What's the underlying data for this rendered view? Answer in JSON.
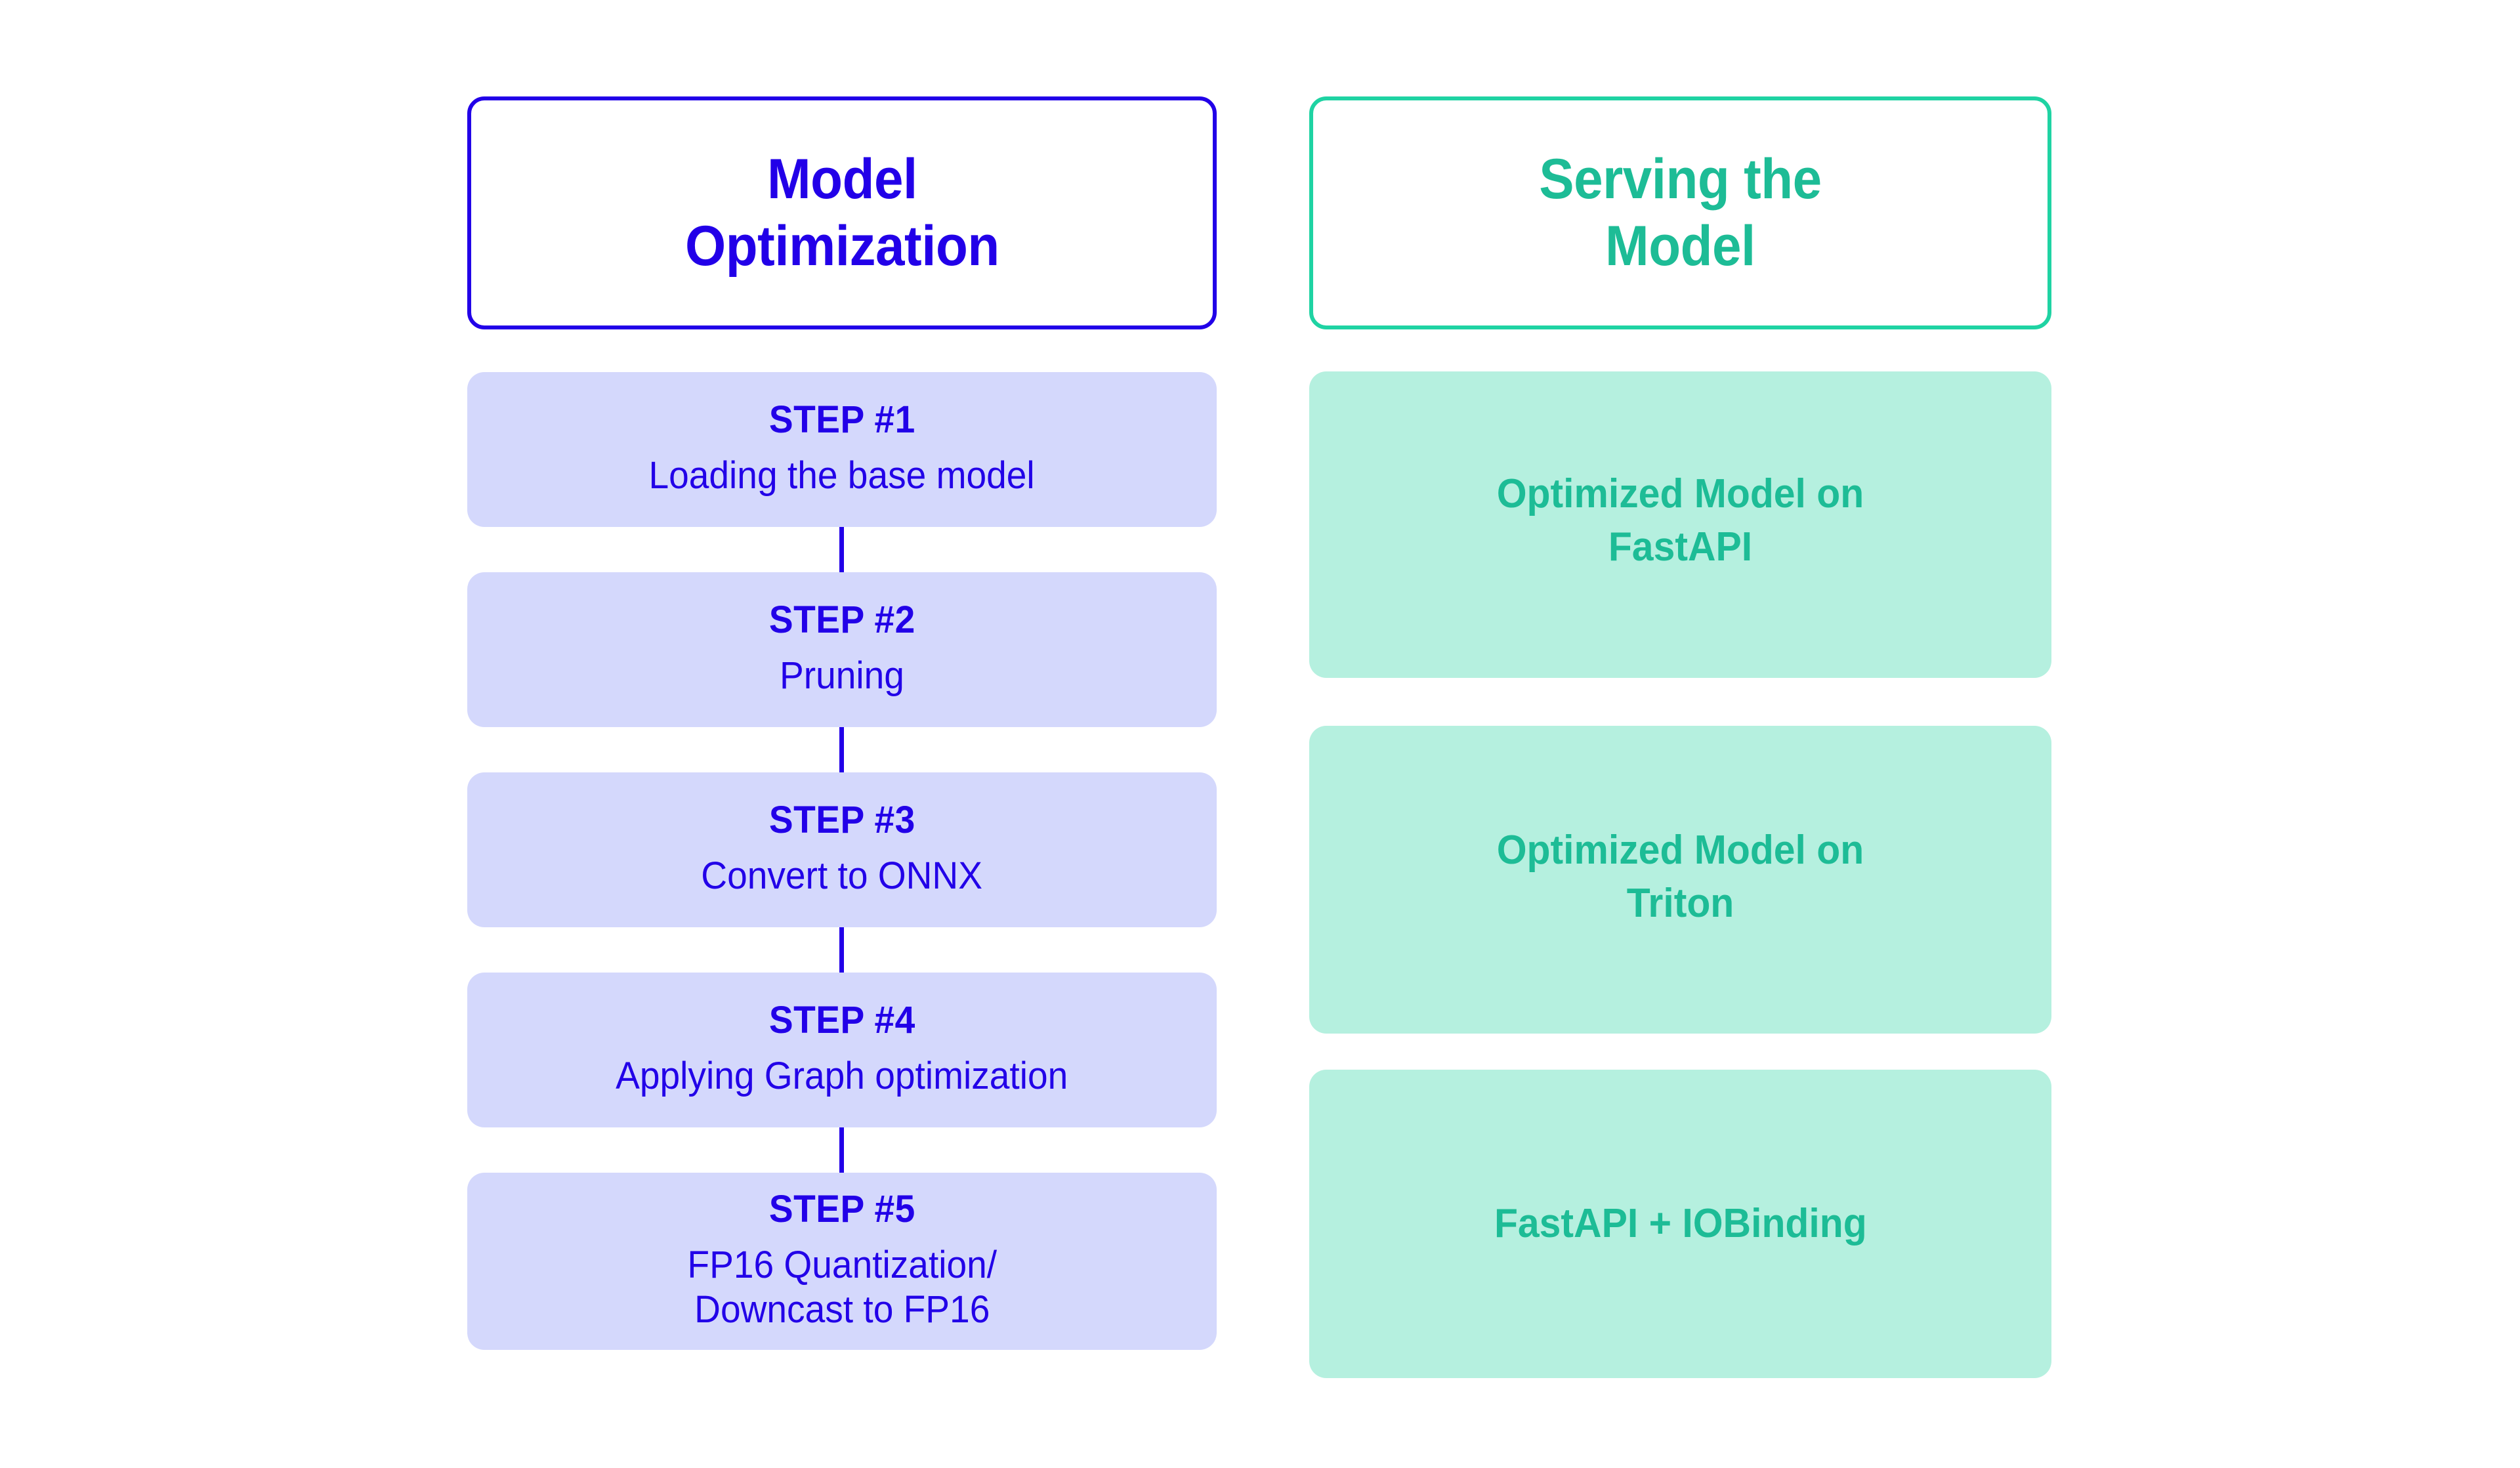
{
  "diagram": {
    "columns": [
      {
        "id": "optimization",
        "header": "Model\nOptimization",
        "accent_color": "#2200e8",
        "card_fill": "#d4d8fc",
        "steps": [
          {
            "label": "STEP #1",
            "desc": "Loading the base model"
          },
          {
            "label": "STEP #2",
            "desc": "Pruning"
          },
          {
            "label": "STEP #3",
            "desc": "Convert to ONNX"
          },
          {
            "label": "STEP #4",
            "desc": "Applying Graph optimization"
          },
          {
            "label": "STEP #5",
            "desc": "FP16 Quantization/\nDowncast to FP16"
          }
        ]
      },
      {
        "id": "serving",
        "header": "Serving the\nModel",
        "accent_color": "#1dbc96",
        "border_color": "#1fd3a3",
        "card_fill": "#b5f0df",
        "items": [
          {
            "text": "Optimized Model on\nFastAPI"
          },
          {
            "text": "Optimized Model on\nTriton"
          },
          {
            "text": "FastAPI + IOBinding"
          }
        ]
      }
    ]
  }
}
